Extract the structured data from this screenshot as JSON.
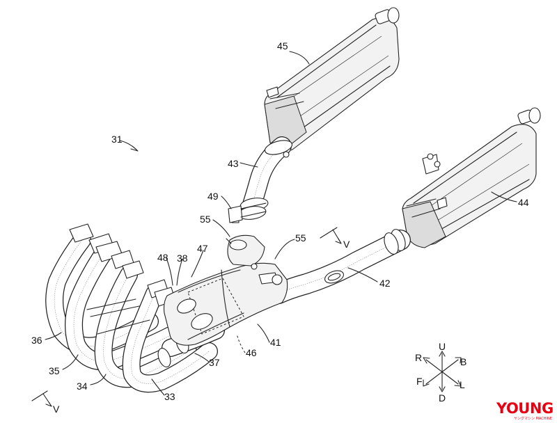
{
  "labels": {
    "l31": "31",
    "l45": "45",
    "l44": "44",
    "l43": "43",
    "l49": "49",
    "l55a": "55",
    "l55b": "55",
    "l47": "47",
    "l48": "48",
    "l38": "38",
    "l42": "42",
    "l41": "41",
    "l46": "46",
    "l37": "37",
    "l36": "36",
    "l35": "35",
    "l34": "34",
    "l33": "33"
  },
  "view_markers": {
    "v_right": "V",
    "v_left": "V"
  },
  "compass": {
    "up": "U",
    "down": "D",
    "rear": "R",
    "front": "F",
    "back": "B",
    "left": "L"
  },
  "watermark": {
    "brand": "YOUNG",
    "sub": "ヤングマシン MACHINE",
    "color": "#e60012"
  }
}
